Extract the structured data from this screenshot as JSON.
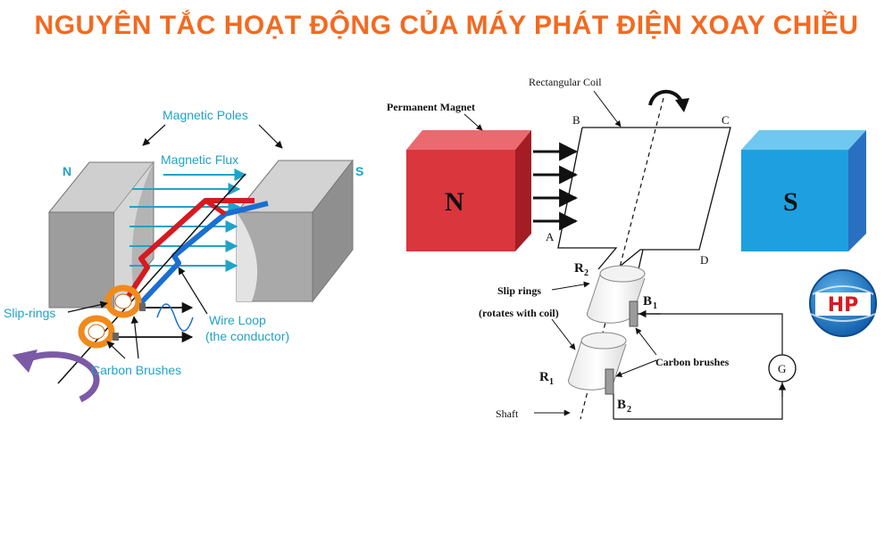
{
  "title": "NGUYÊN TẮC HOẠT ĐỘNG CỦA MÁY PHÁT ĐIỆN XOAY CHIỀU",
  "left_diagram": {
    "pole_n": "N",
    "pole_s": "S",
    "magnetic_poles": "Magnetic Poles",
    "magnetic_flux": "Magnetic Flux",
    "slip_rings": "Slip-rings",
    "wire_loop": "Wire Loop",
    "the_conductor": "(the conductor)",
    "carbon_brushes": "Carbon Brushes"
  },
  "right_diagram": {
    "rectangular_coil": "Rectangular Coil",
    "permanent_magnet": "Permanent Magnet",
    "magnet_n": "N",
    "magnet_s": "S",
    "corner_a": "A",
    "corner_b": "B",
    "corner_c": "C",
    "corner_d": "D",
    "r2": "R",
    "r2_sub": "2",
    "r1": "R",
    "r1_sub": "1",
    "b1": "B",
    "b1_sub": "1",
    "b2": "B",
    "b2_sub": "2",
    "slip_rings": "Slip rings",
    "rotates_with_coil": "(rotates with coil)",
    "carbon_brushes": "Carbon brushes",
    "galvanometer": "G",
    "shaft": "Shaft"
  },
  "logo": {
    "text": "HP"
  },
  "colors": {
    "title": "#f26a21",
    "label_cyan": "#1fa3c7",
    "magnet_red": "#d9363e",
    "magnet_blue": "#1ea0e0",
    "wire_red": "#d71920",
    "wire_blue": "#1a6fd1",
    "ring_orange": "#f08a1c",
    "pole_grey": "#a7a7a7"
  },
  "icons": [
    "rotation-arrow-icon",
    "curved-arrow-icon",
    "sine-wave-icon",
    "hp-logo"
  ]
}
